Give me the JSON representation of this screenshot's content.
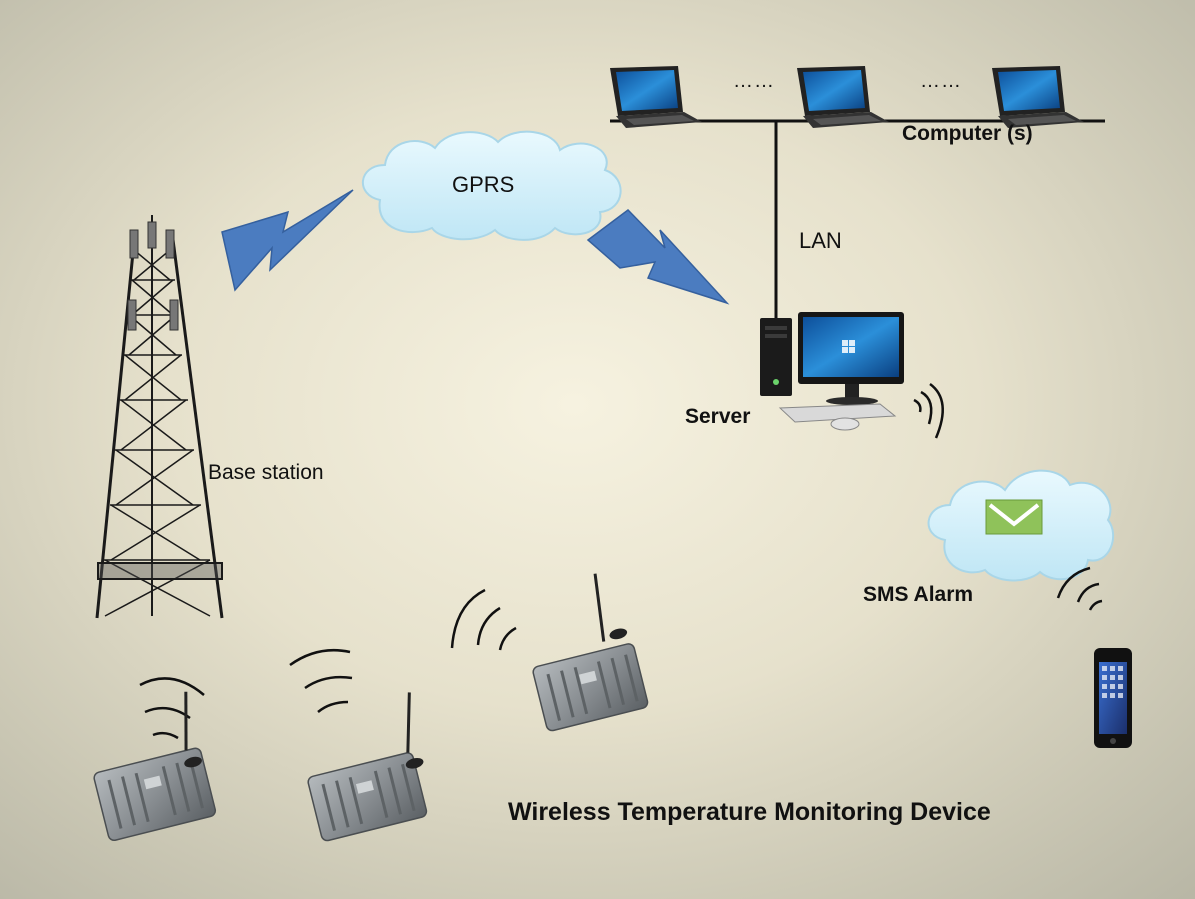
{
  "diagram": {
    "labels": {
      "gprs": "GPRS",
      "lan": "LAN",
      "computers": "Computer (s)",
      "ellipsis_1": "……",
      "ellipsis_2": "……",
      "server": "Server",
      "base_station": "Base station",
      "sms_alarm": "SMS Alarm",
      "device": "Wireless Temperature Monitoring Device"
    },
    "colors": {
      "cloud": "#d6f2fb",
      "cloud_edge": "#a9d6e8",
      "lightning": "#4b7cc0",
      "screen": "#1f7ec8",
      "device_body": "#8a8f93",
      "envelope": "#8fc25a",
      "lan_line": "#111111"
    },
    "icons": [
      "cell-tower-icon",
      "laptop-icon",
      "desktop-server-icon",
      "wireless-signal-icon",
      "envelope-icon",
      "smartphone-icon",
      "lightning-bolt-icon",
      "gprs-cloud-icon"
    ]
  }
}
